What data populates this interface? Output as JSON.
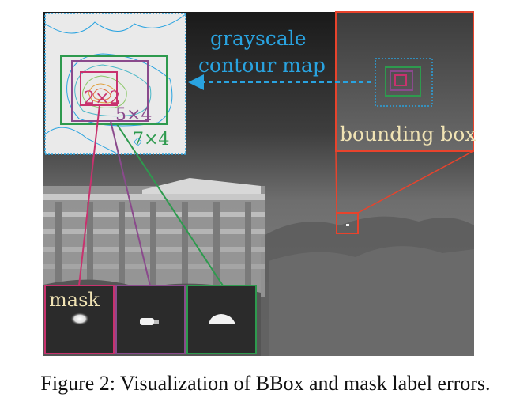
{
  "labels": {
    "arrow_label_line1": "grayscale",
    "arrow_label_line2": "contour map",
    "bounding_box": "bounding box",
    "mask": "mask",
    "size_2x2": "2×2",
    "size_5x4": "5×4",
    "size_7x4": "7×4"
  },
  "caption": "Figure 2: Visualization of BBox and mask label errors.",
  "colors": {
    "red": "#e8432c",
    "blue": "#29a3e0",
    "pink": "#c8326e",
    "purple": "#8a4a8c",
    "green": "#2e9a4e",
    "bbox_text": "#f0e3b4"
  }
}
